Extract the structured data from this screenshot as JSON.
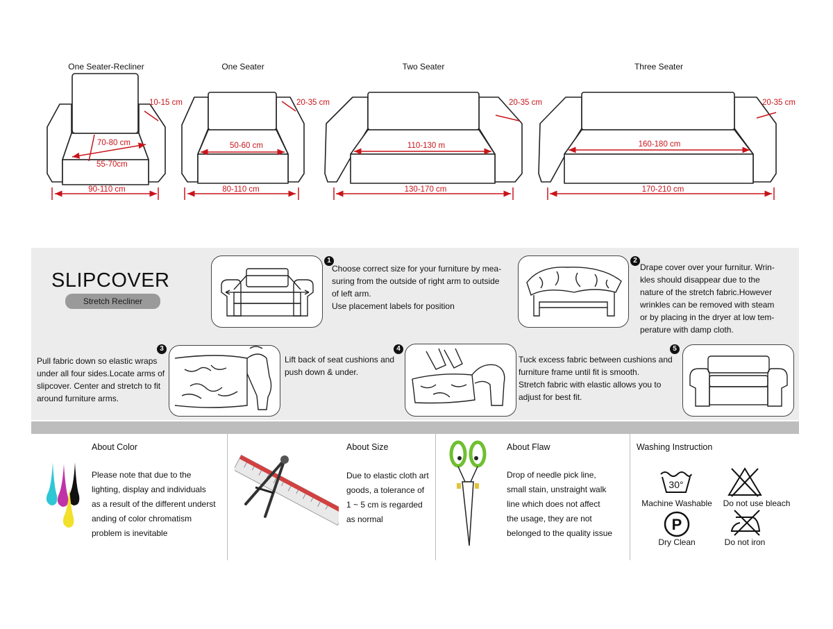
{
  "sofas": [
    {
      "title": "One Seater-Recliner",
      "arm": "10-15 cm",
      "depth": "70-80 cm",
      "seat": "55-70cm",
      "total": "90-110 cm"
    },
    {
      "title": "One Seater",
      "arm": "20-35 cm",
      "seat": "50-60 cm",
      "total": "80-110 cm"
    },
    {
      "title": "Two Seater",
      "arm": "20-35 cm",
      "seat": "110-130 m",
      "total": "130-170 cm"
    },
    {
      "title": "Three Seater",
      "arm": "20-35 cm",
      "seat": "160-180 cm",
      "total": "170-210 cm"
    }
  ],
  "brand": {
    "title": "SLIPCOVER",
    "subtitle": "Stretch Recliner"
  },
  "steps": [
    {
      "num": "1",
      "text": [
        "Choose correct size for your furniture by mea-",
        "suring from the outside of right arm to outside",
        "of left arm.",
        "Use placement labels for position"
      ]
    },
    {
      "num": "2",
      "text": [
        "Drape cover over your furnitur. Wrin-",
        "kles should disappear due to the",
        "nature of the stretch fabric.However",
        "wrinkles can be removed with steam",
        "or by placing in the dryer at low tem-",
        "perature with damp cloth."
      ]
    },
    {
      "num": "3",
      "text": [
        "Pull fabric down so elastic wraps",
        "under all four sides.Locate arms of",
        "slipcover. Center and stretch to fit",
        "around furniture arms."
      ]
    },
    {
      "num": "4",
      "text": [
        "Lift back of seat cushions and",
        "push down & under."
      ]
    },
    {
      "num": "5",
      "text": [
        "Tuck excess fabric between cushions and",
        "furniture frame until fit is smooth.",
        "Stretch fabric with elastic allows you to",
        "adjust for best fit."
      ]
    }
  ],
  "about": {
    "color": {
      "title": "About Color",
      "lines": [
        "Please note that due to the",
        "lighting, display and individuals",
        "as a result of the different underst",
        "anding of color chromatism",
        "problem is inevitable"
      ]
    },
    "size": {
      "title": "About Size",
      "lines": [
        "Due to elastic cloth art",
        "goods, a tolerance of",
        "1 ~ 5 cm is regarded",
        "as normal"
      ]
    },
    "flaw": {
      "title": "About Flaw",
      "lines": [
        "Drop of needle pick line,",
        "small stain, unstraight walk",
        "line which does not affect",
        "the usage, they are not",
        "belonged to the quality issue"
      ]
    },
    "washing": {
      "title": "Washing  Instruction",
      "tub_temp": "30°",
      "dry_clean_letter": "P",
      "labels": [
        "Machine Washable",
        "Do not use bleach",
        "Dry Clean",
        "Do not iron"
      ]
    }
  },
  "colors": {
    "dimension_red": "#c8141a",
    "band_gray": "#ececec",
    "bar_gray": "#bdbdbd",
    "pill_gray": "#9a9a9a"
  }
}
